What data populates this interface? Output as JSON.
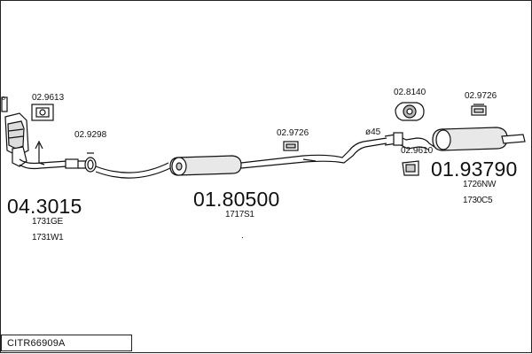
{
  "diagram": {
    "code": "CITR66909A",
    "parts": {
      "front_pipe": {
        "number": "04.3015",
        "refs": [
          "1731GE",
          "1731W1"
        ]
      },
      "middle_silencer": {
        "number": "01.80500",
        "refs": [
          "1717S1"
        ]
      },
      "rear_silencer": {
        "number": "01.93790",
        "refs": [
          "1726NW",
          "1730C5"
        ]
      }
    },
    "fittings": {
      "gasket_flange": "02.9613",
      "clamp_front": "02.9298",
      "rubber_mount_middle": "02.9726",
      "pipe_diameter": "ø45",
      "rubber_ring": "02.8140",
      "rubber_mount_rear": "02.9726",
      "bracket": "02.9610"
    },
    "marks": {
      "flange_mark": "o",
      "dot": "."
    }
  }
}
